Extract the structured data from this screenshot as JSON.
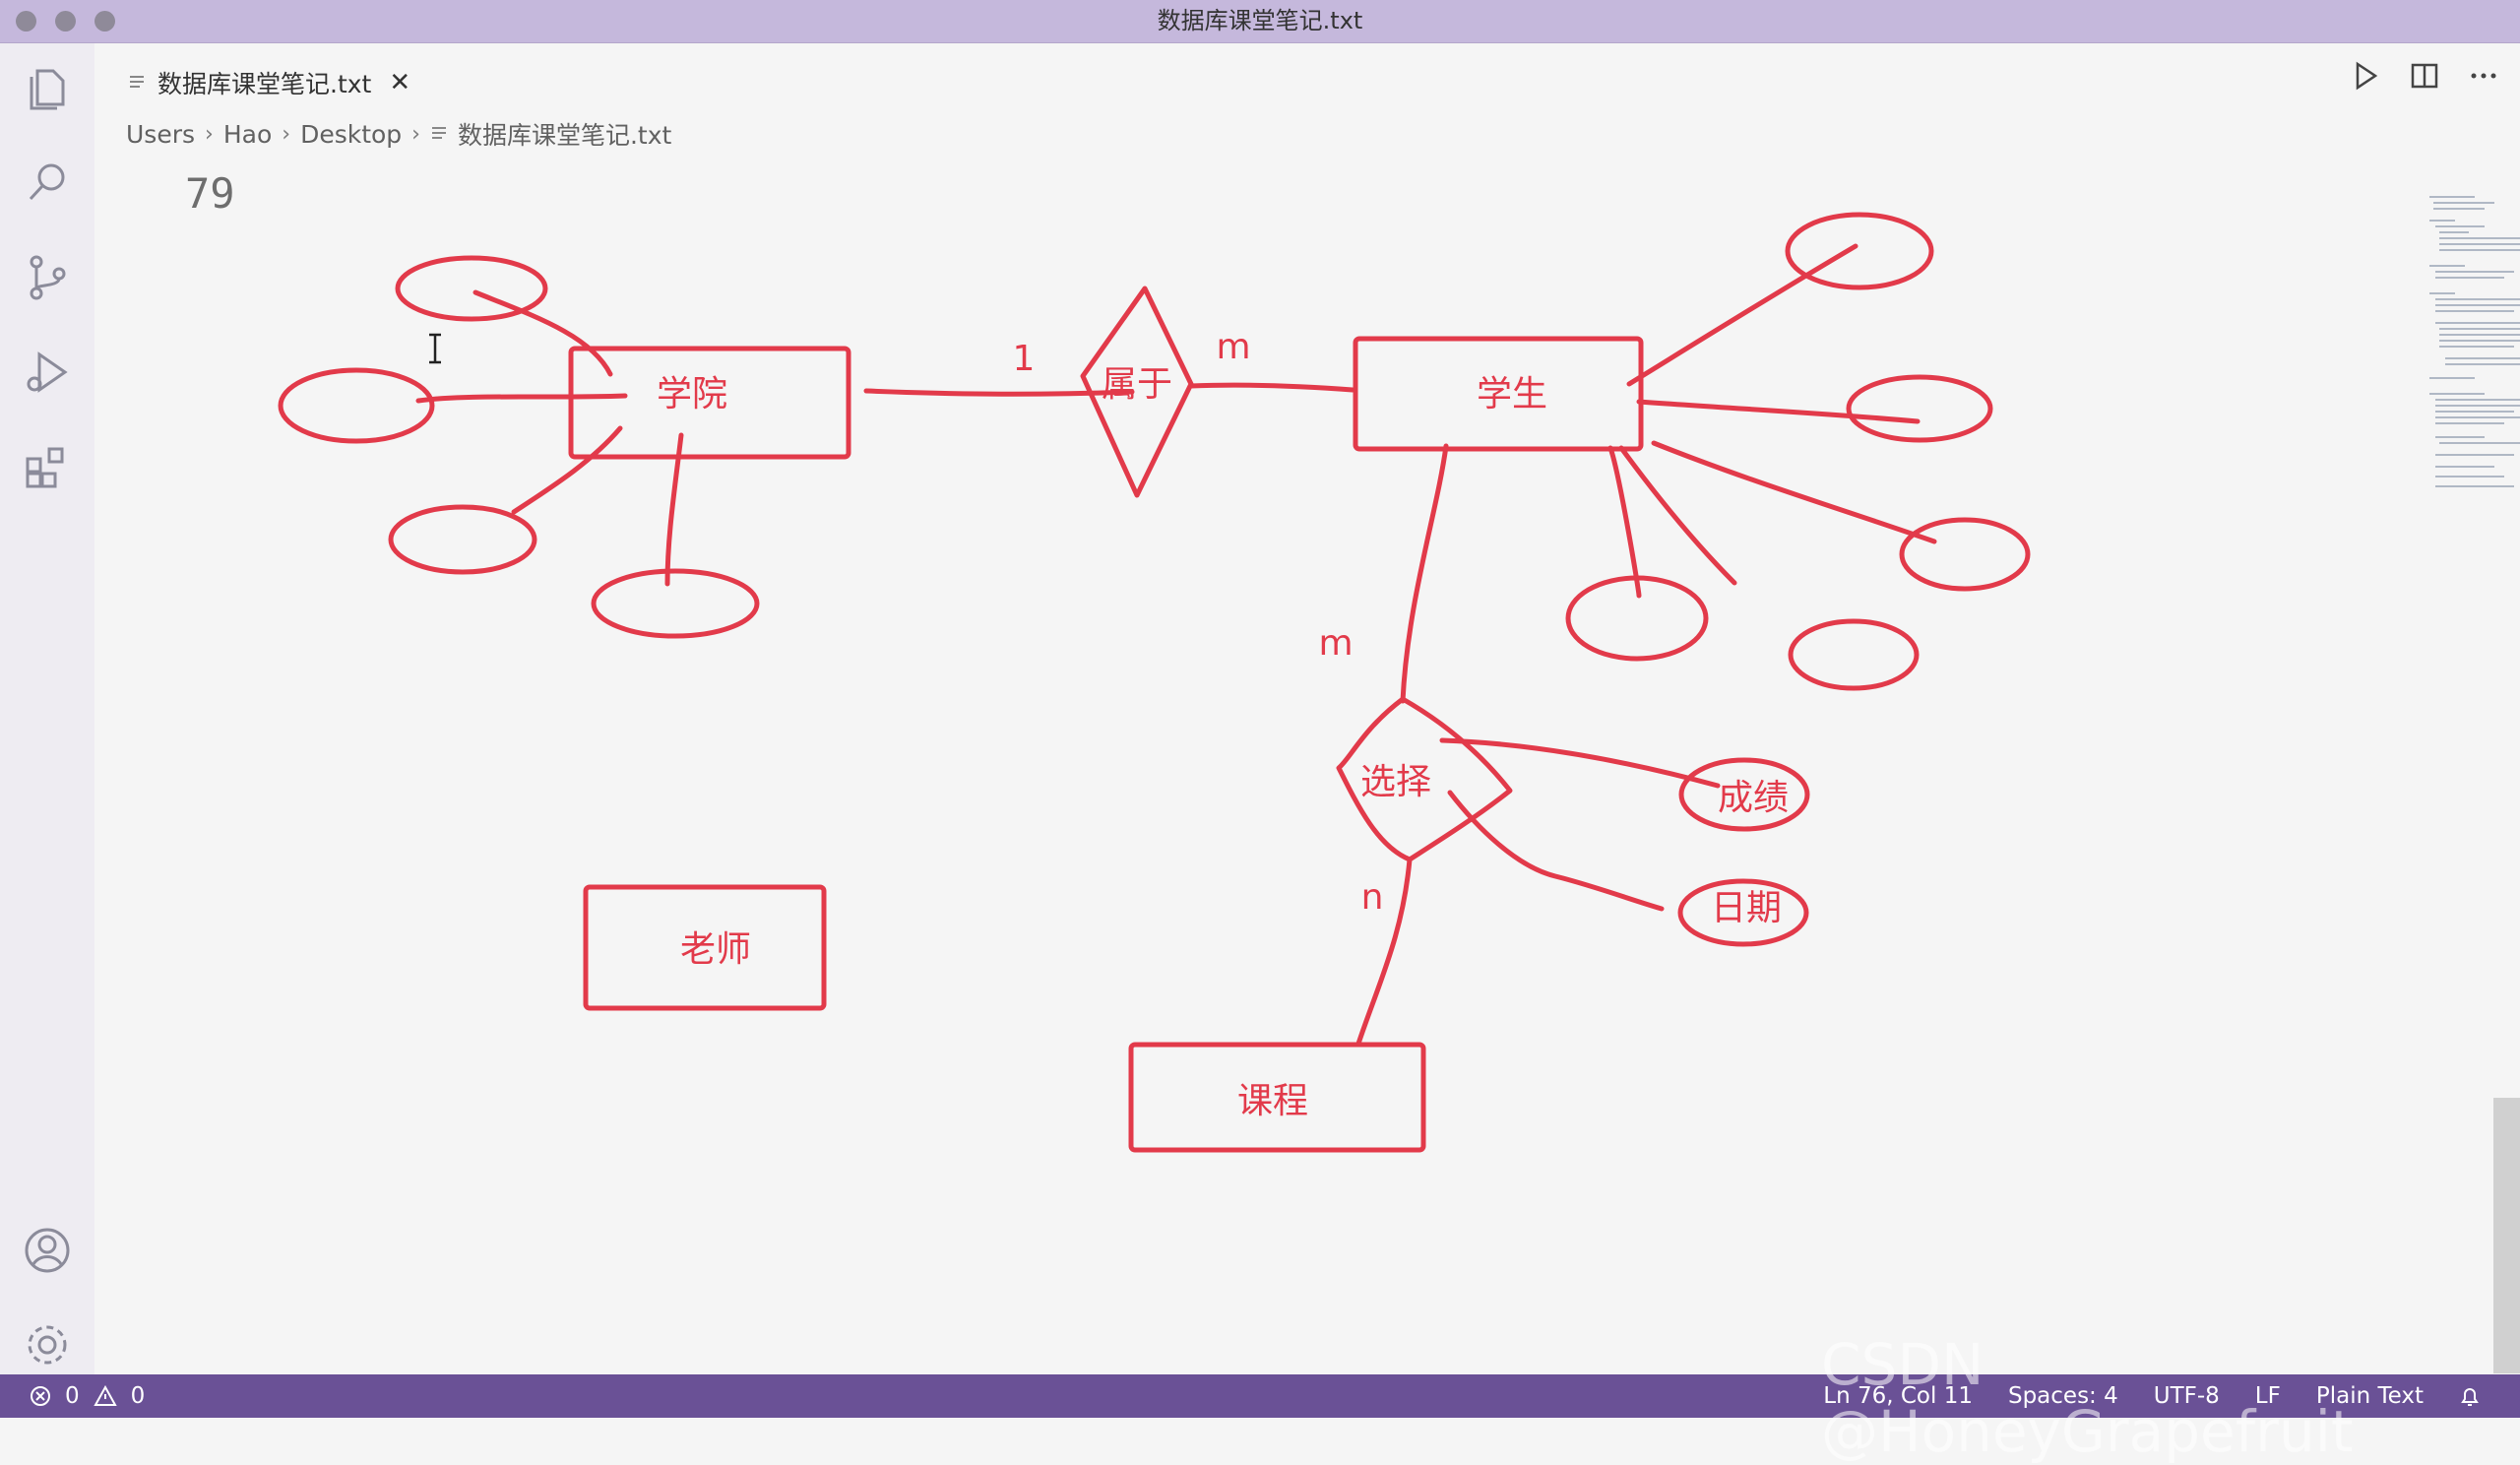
{
  "window": {
    "title": "数据库课堂笔记.txt"
  },
  "tab": {
    "label": "数据库课堂笔记.txt",
    "close_glyph": "✕"
  },
  "breadcrumb": {
    "items": [
      "Users",
      "Hao",
      "Desktop",
      "数据库课堂笔记.txt"
    ],
    "separator": "›"
  },
  "editor": {
    "line_number": "79"
  },
  "diagram": {
    "entities": {
      "college": "学院",
      "student": "学生",
      "teacher": "老师",
      "course": "课程"
    },
    "relationships": {
      "belongs": "属于",
      "select": "选择"
    },
    "attributes": {
      "score": "成绩",
      "date": "日期"
    },
    "cardinality": {
      "college_side": "1",
      "student_side_belongs": "m",
      "student_side_select": "m",
      "course_side": "n"
    },
    "ink_color": "#e23a4a"
  },
  "status": {
    "errors": "0",
    "warnings": "0",
    "position": "Ln 76, Col 11",
    "spaces": "Spaces: 4",
    "encoding": "UTF-8",
    "eol": "LF",
    "language": "Plain Text"
  },
  "watermark": "CSDN @HoneyGrapefruit"
}
